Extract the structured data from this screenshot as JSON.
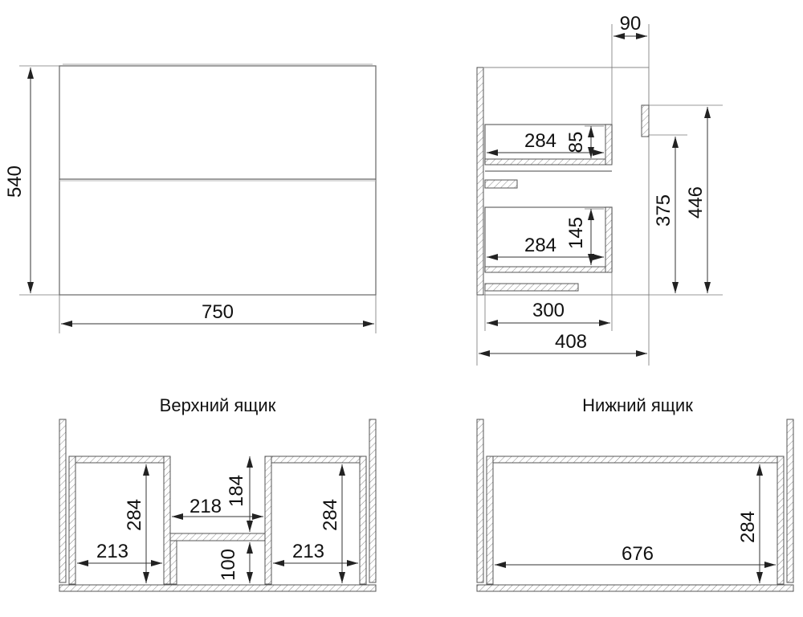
{
  "front_view": {
    "width": "750",
    "height": "540"
  },
  "side_view": {
    "top_offset": "90",
    "upper_depth": "284",
    "upper_height": "85",
    "lower_depth": "284",
    "lower_height": "145",
    "inner_height": "375",
    "total_height": "446",
    "drawer_depth": "300",
    "total_depth": "408"
  },
  "top_drawer": {
    "title": "Верхний ящик",
    "left_width": "213",
    "left_depth": "284",
    "middle_width": "218",
    "middle_top_depth": "184",
    "middle_bottom_height": "100",
    "right_width": "213",
    "right_depth": "284"
  },
  "bottom_drawer": {
    "title": "Нижний ящик",
    "width": "676",
    "depth": "284"
  }
}
